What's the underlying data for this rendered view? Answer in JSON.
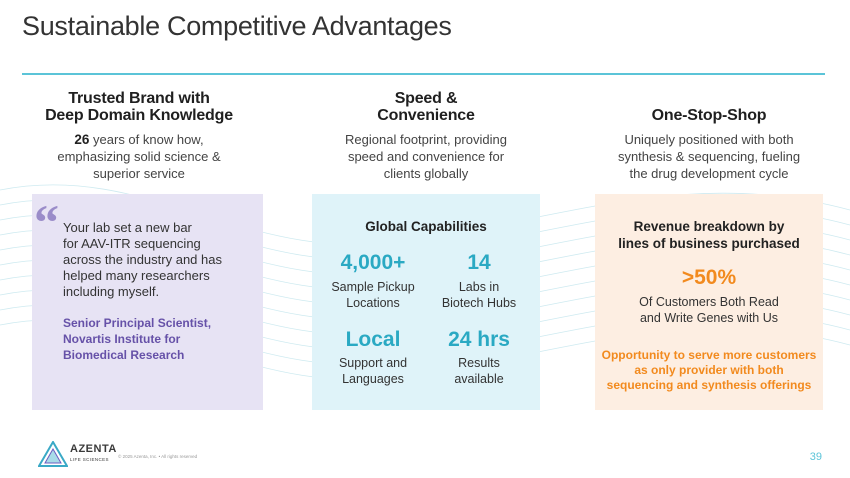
{
  "slide": {
    "title": "Sustainable Competitive Advantages",
    "page_number": "39",
    "copyright": "© 2025 Azenta, Inc. • All rights reserved",
    "logo_name": "AZENTA",
    "logo_sub": "LIFE SCIENCES"
  },
  "columns": [
    {
      "heading_line1": "Trusted Brand with",
      "heading_line2": "Deep Domain Knowledge",
      "desc_bold": "26",
      "desc_line1_rest": " years of know how,",
      "desc_line2": "emphasizing solid science &",
      "desc_line3": "superior service"
    },
    {
      "heading_line1": "Speed &",
      "heading_line2": "Convenience",
      "desc_line1": "Regional footprint, providing",
      "desc_line2": "speed and convenience for",
      "desc_line3": "clients globally"
    },
    {
      "heading_line1": "One-Stop-Shop",
      "desc_line1": "Uniquely positioned with both",
      "desc_line2": "synthesis & sequencing, fueling",
      "desc_line3": "the drug development cycle"
    }
  ],
  "quote": {
    "line1": "Your lab set a new bar",
    "line2": "for AAV-ITR sequencing",
    "line3": "across the industry and has",
    "line4": "helped many researchers",
    "line5": "including myself.",
    "author_line1": "Senior Principal Scientist,",
    "author_line2": "Novartis Institute for",
    "author_line3": "Biomedical Research"
  },
  "global": {
    "title": "Global Capabilities",
    "stats": [
      {
        "value": "4,000+",
        "label_line1": "Sample Pickup",
        "label_line2": "Locations"
      },
      {
        "value": "14",
        "label_line1": "Labs in",
        "label_line2": "Biotech Hubs"
      },
      {
        "value": "Local",
        "label_line1": "Support and",
        "label_line2": "Languages"
      },
      {
        "value": "24 hrs",
        "label_line1": "Results",
        "label_line2": "available"
      }
    ]
  },
  "revenue": {
    "title_line1": "Revenue breakdown by",
    "title_line2": "lines of business purchased",
    "value": ">50%",
    "label_line1": "Of Customers Both Read",
    "label_line2": "and Write Genes with Us",
    "note_line1": "Opportunity to serve more customers",
    "note_line2": "as only provider with both",
    "note_line3": "sequencing and synthesis offerings"
  },
  "colors": {
    "accent_teal": "#2aa9c3",
    "accent_orange": "#f28a1e",
    "accent_purple": "#6651a8",
    "box_purple": "#e7e3f4",
    "box_blue": "#dff3f9",
    "box_orange": "#fdeee2"
  }
}
